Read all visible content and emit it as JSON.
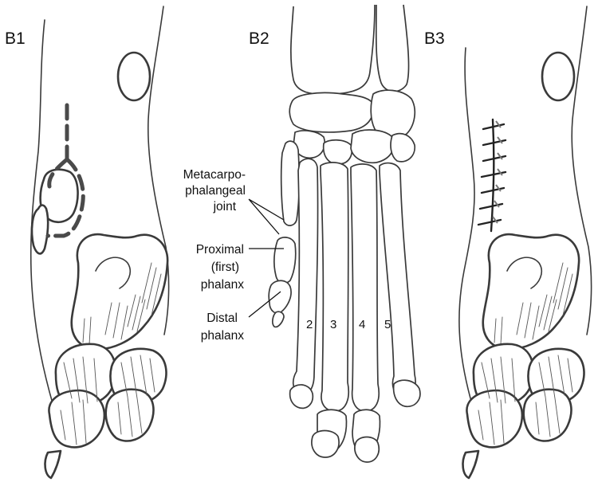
{
  "panels": {
    "b1": {
      "label": "B1"
    },
    "b2": {
      "label": "B2"
    },
    "b3": {
      "label": "B3"
    }
  },
  "annotations": {
    "metacarpophalangeal": [
      "Metacarpo-",
      "phalangeal",
      "joint"
    ],
    "proximal_phalanx": [
      "Proximal",
      "(first)",
      "phalanx"
    ],
    "distal_phalanx": [
      "Distal",
      "phalanx"
    ]
  },
  "digit_numbers": [
    "2",
    "3",
    "4",
    "5"
  ]
}
